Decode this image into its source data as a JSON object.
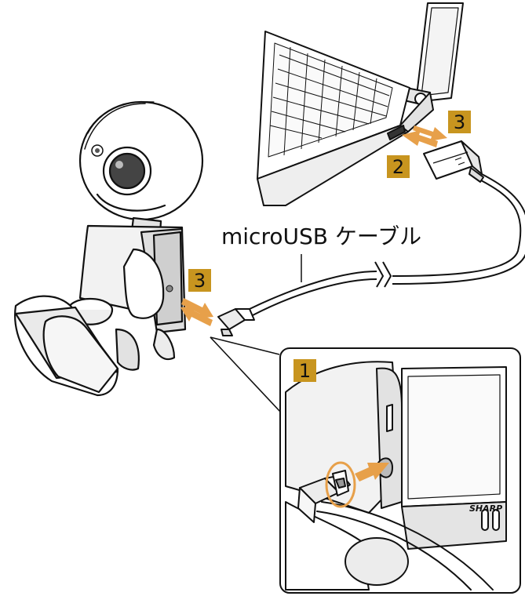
{
  "labels": {
    "cable": "microUSB ケーブル",
    "brand": "SHARP"
  },
  "steps": {
    "laptop_connect": "2",
    "laptop_disconnect": "3",
    "robot_disconnect": "3",
    "detail_insert": "1"
  },
  "colors": {
    "accent": "#c8951f",
    "arrow": "#e7a04a",
    "line": "#111111",
    "shade": "#d9d9d9"
  }
}
